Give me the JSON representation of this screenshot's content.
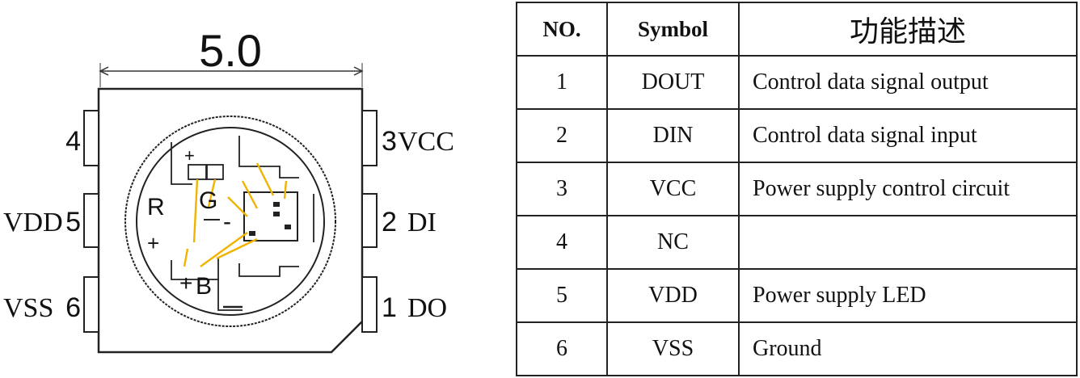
{
  "diagram": {
    "dimension": "5.0",
    "left_pins": [
      {
        "number": "4",
        "name": ""
      },
      {
        "number": "5",
        "name": "VDD"
      },
      {
        "number": "6",
        "name": "VSS"
      }
    ],
    "right_pins": [
      {
        "number": "3",
        "name": "VCC"
      },
      {
        "number": "2",
        "name": "DI"
      },
      {
        "number": "1",
        "name": "DO"
      }
    ],
    "die_labels": {
      "red": "R",
      "green": "G",
      "blue": "B",
      "plus": "+",
      "minus": "-"
    },
    "wire_color": "#f0b400"
  },
  "table": {
    "headers": [
      "NO.",
      "Symbol",
      "功能描述"
    ],
    "rows": [
      {
        "no": "1",
        "symbol": "DOUT",
        "desc": "Control data signal output"
      },
      {
        "no": "2",
        "symbol": "DIN",
        "desc": "Control data signal input"
      },
      {
        "no": "3",
        "symbol": "VCC",
        "desc": "Power supply control circuit"
      },
      {
        "no": "4",
        "symbol": "NC",
        "desc": ""
      },
      {
        "no": "5",
        "symbol": "VDD",
        "desc": "Power supply LED"
      },
      {
        "no": "6",
        "symbol": "VSS",
        "desc": "Ground"
      }
    ]
  }
}
